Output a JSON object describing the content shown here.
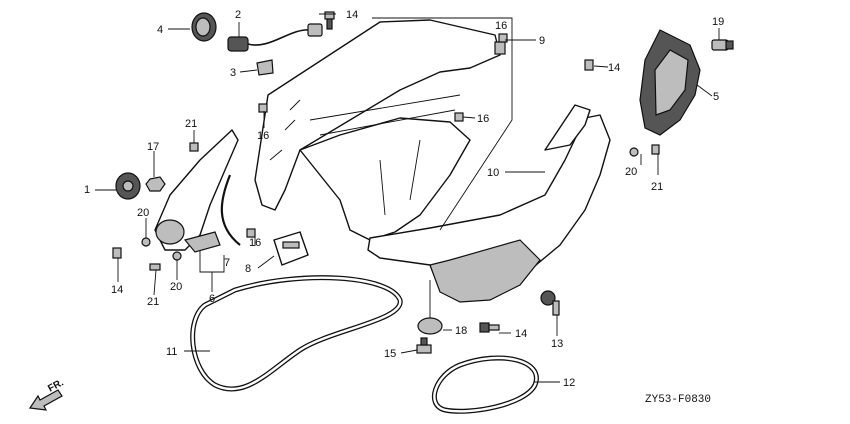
{
  "diagram": {
    "code": "ZY53-F0830",
    "direction": "FR.",
    "callouts": [
      {
        "id": "1"
      },
      {
        "id": "2"
      },
      {
        "id": "3"
      },
      {
        "id": "4"
      },
      {
        "id": "5"
      },
      {
        "id": "6"
      },
      {
        "id": "7"
      },
      {
        "id": "8"
      },
      {
        "id": "9"
      },
      {
        "id": "10"
      },
      {
        "id": "11"
      },
      {
        "id": "12"
      },
      {
        "id": "13"
      },
      {
        "id": "14"
      },
      {
        "id": "14"
      },
      {
        "id": "14"
      },
      {
        "id": "14"
      },
      {
        "id": "15"
      },
      {
        "id": "16"
      },
      {
        "id": "16"
      },
      {
        "id": "16"
      },
      {
        "id": "16"
      },
      {
        "id": "17"
      },
      {
        "id": "18"
      },
      {
        "id": "19"
      },
      {
        "id": "20"
      },
      {
        "id": "20"
      },
      {
        "id": "20"
      },
      {
        "id": "21"
      },
      {
        "id": "21"
      },
      {
        "id": "21"
      }
    ]
  }
}
